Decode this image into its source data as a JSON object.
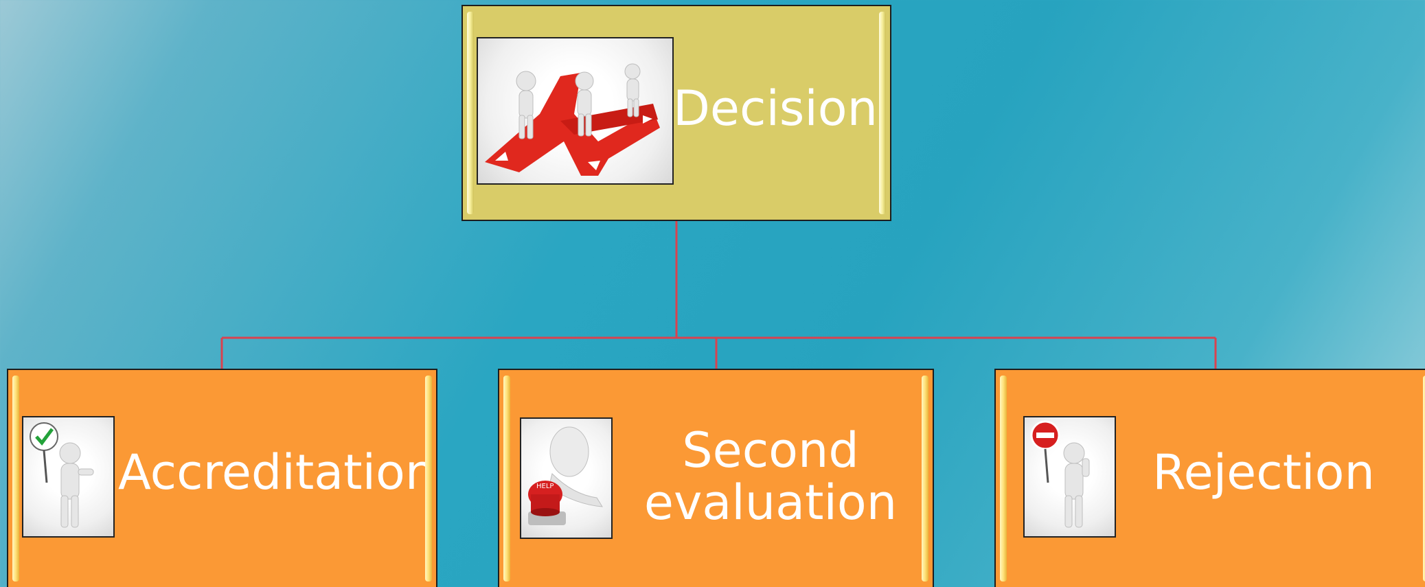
{
  "diagram": {
    "root": {
      "label": "Decision",
      "icon": "crossroads-figures-icon"
    },
    "children": [
      {
        "label": "Accreditation",
        "icon": "checkmark-sign-figure-icon"
      },
      {
        "label_line1": "Second",
        "label_line2": "evaluation",
        "icon": "help-button-figure-icon"
      },
      {
        "label": "Rejection",
        "icon": "stop-sign-figure-icon"
      }
    ]
  },
  "colors": {
    "background": "#2aa6c2",
    "root_fill": "#d9cc68",
    "child_fill": "#fb9935",
    "connector": "#d9424f",
    "text": "#ffffff"
  }
}
